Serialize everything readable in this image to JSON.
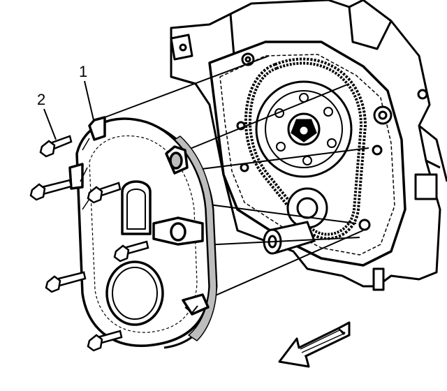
{
  "callouts": [
    {
      "id": "1",
      "label": "1"
    },
    {
      "id": "2",
      "label": "2"
    }
  ],
  "colors": {
    "ink": "#000000",
    "paper": "#ffffff",
    "shade": "#bdbdbd"
  },
  "icons": {
    "direction": "arrow-icon",
    "fastener": "bolt-icon"
  }
}
